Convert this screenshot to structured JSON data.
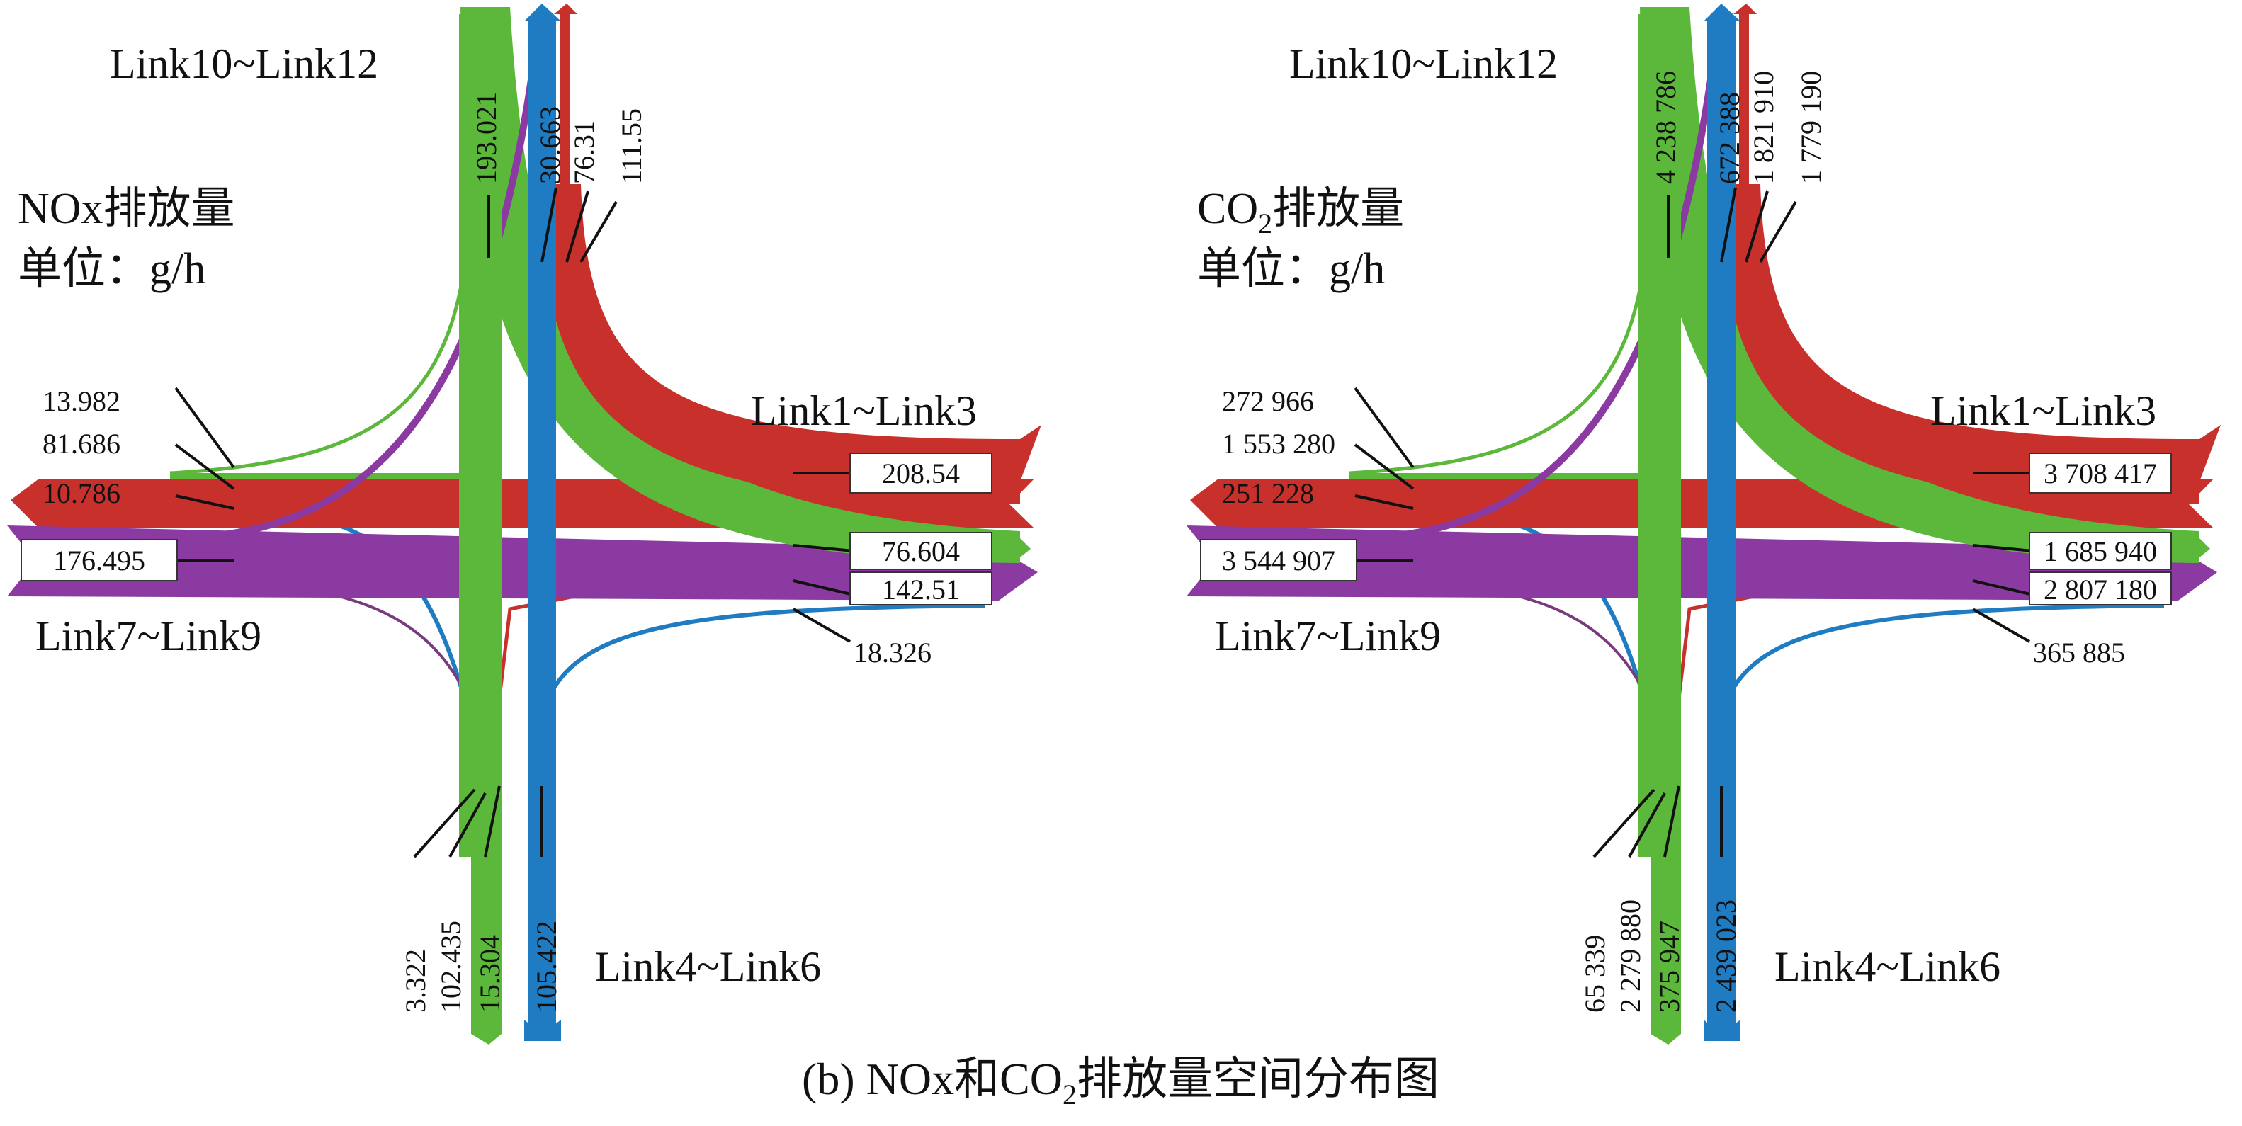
{
  "caption": {
    "prefix": "(b)  NOx和CO",
    "sub": "2",
    "suffix": "排放量空间分布图"
  },
  "colors": {
    "red": "#c8302b",
    "green": "#5cb83a",
    "blue": "#1f7cc2",
    "purple": "#8a3aa0"
  },
  "panels": [
    {
      "id": "nox",
      "title_main": "NOx排放量",
      "title_sub": "",
      "title_suffix": "",
      "unit": "单位：g/h",
      "links": {
        "north": "Link10~Link12",
        "east": "Link1~Link3",
        "west": "Link7~Link9",
        "south": "Link4~Link6"
      },
      "values": {
        "north_green": "193.021",
        "north_purple": "30.663",
        "north_blue": "76.31",
        "north_red": "111.55",
        "west_green": "13.982",
        "west_red": "81.686",
        "west_blue": "10.786",
        "west_purple": "176.495",
        "east_red": "208.54",
        "east_green": "76.604",
        "east_purple": "142.51",
        "east_blue": "18.326",
        "south_purple": "3.322",
        "south_green": "102.435",
        "south_red": "15.304",
        "south_blue": "105.422"
      }
    },
    {
      "id": "co2",
      "title_main": "CO",
      "title_sub": "2",
      "title_suffix": "排放量",
      "unit": "单位：g/h",
      "links": {
        "north": "Link10~Link12",
        "east": "Link1~Link3",
        "west": "Link7~Link9",
        "south": "Link4~Link6"
      },
      "values": {
        "north_green": "4 238 786",
        "north_purple": "672 388",
        "north_blue": "1 821 910",
        "north_red": "1 779 190",
        "west_green": "272 966",
        "west_red": "1 553 280",
        "west_blue": "251 228",
        "west_purple": "3 544 907",
        "east_red": "3 708 417",
        "east_green": "1 685 940",
        "east_purple": "2 807 180",
        "east_blue": "365 885",
        "south_purple": "65 339",
        "south_green": "2 279 880",
        "south_red": "375 947",
        "south_blue": "2 439 023"
      }
    }
  ]
}
